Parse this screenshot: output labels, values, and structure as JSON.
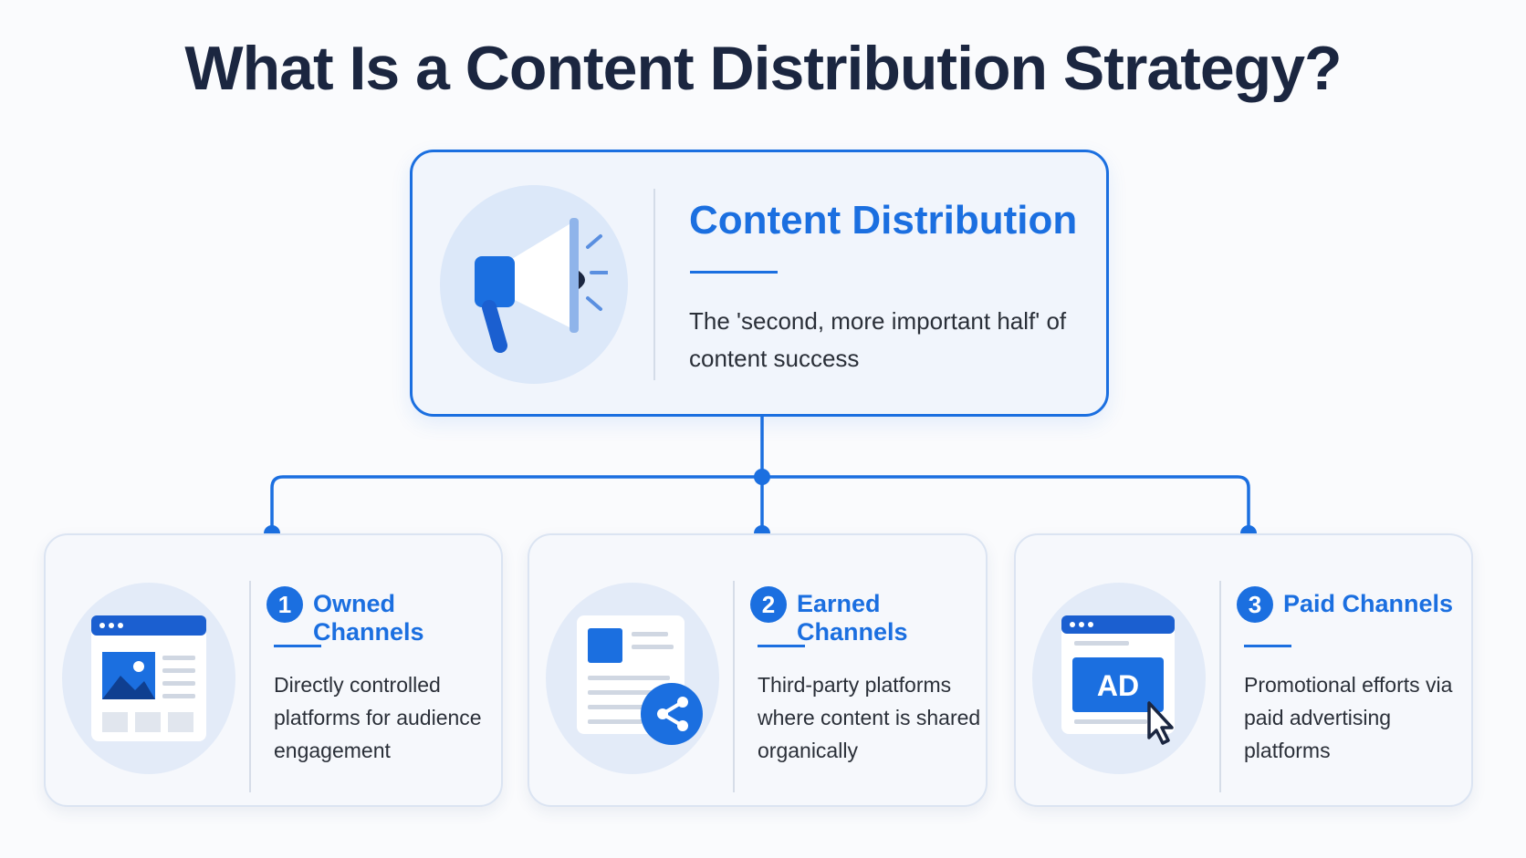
{
  "title": "What Is a Content Distribution Strategy?",
  "colors": {
    "accent": "#1b6fe0",
    "title": "#1b2640",
    "text": "#2a2f38"
  },
  "main": {
    "heading": "Content Distribution",
    "description": "The 'second, more important half' of content success",
    "icon": "megaphone-icon"
  },
  "channels": [
    {
      "number": "1",
      "heading": "Owned Channels",
      "description": "Directly controlled platforms for audience engagement",
      "icon": "website-icon"
    },
    {
      "number": "2",
      "heading": "Earned Channels",
      "description": "Third-party platforms where content is shared organically",
      "icon": "share-icon"
    },
    {
      "number": "3",
      "heading": "Paid Channels",
      "description": "Promotional efforts via paid advertising platforms",
      "icon": "ad-icon",
      "icon_text": "AD"
    }
  ]
}
